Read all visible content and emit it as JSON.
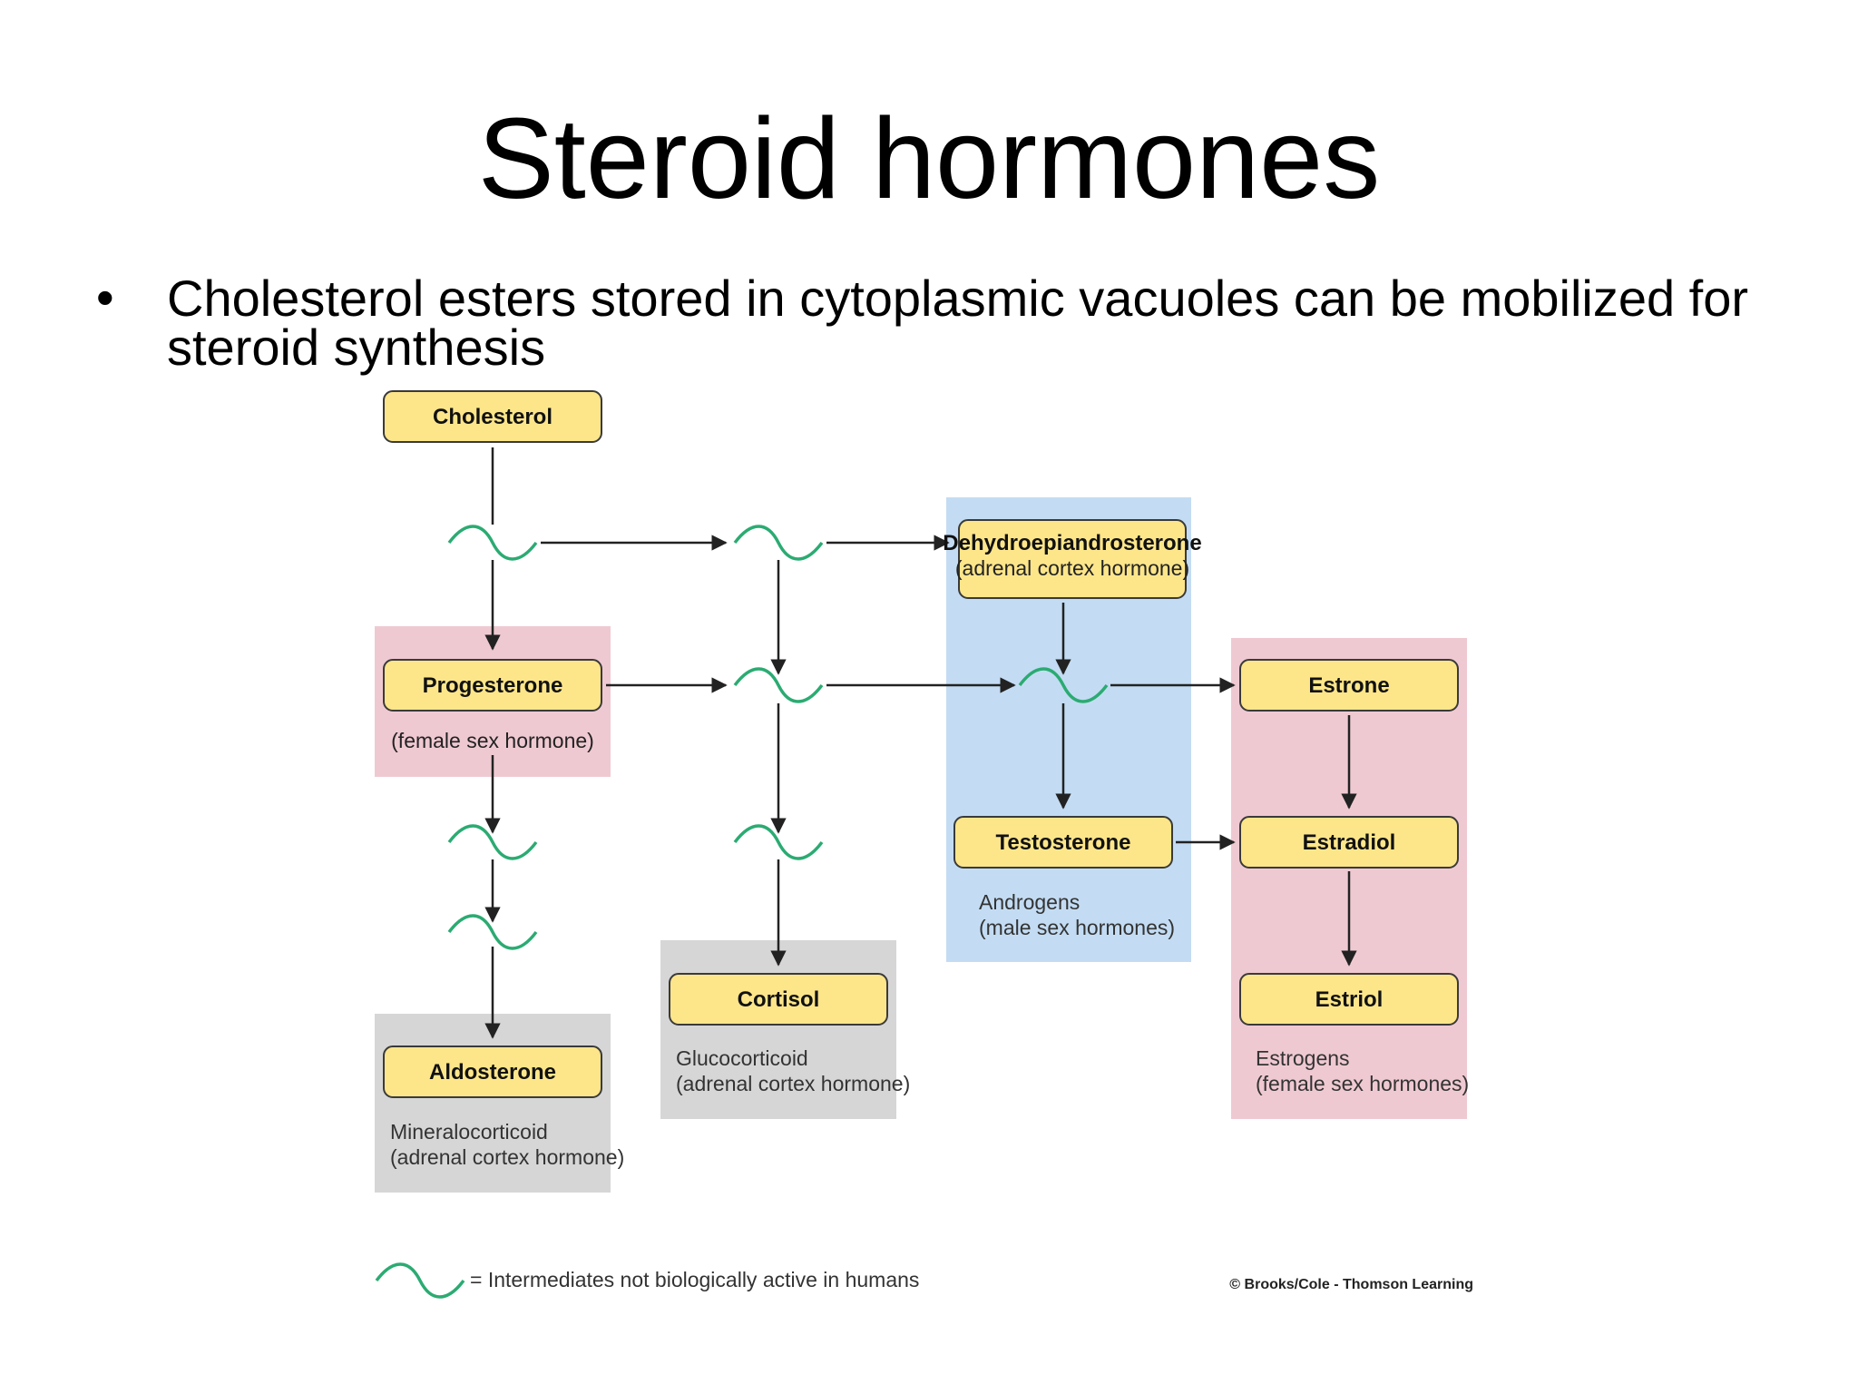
{
  "slide": {
    "title": "Steroid hormones",
    "bullet_marker": "•",
    "bullet_text": "Cholesterol esters stored in cytoplasmic vacuoles can be mobilized for steroid synthesis"
  },
  "diagram": {
    "nodes": {
      "cholesterol": "Cholesterol",
      "progesterone": "Progesterone",
      "progesterone_sub": "(female sex hormone)",
      "dhea": "Dehydroepiandrosterone",
      "dhea_sub": "(adrenal cortex hormone)",
      "testosterone": "Testosterone",
      "estrone": "Estrone",
      "estradiol": "Estradiol",
      "estriol": "Estriol",
      "cortisol": "Cortisol",
      "aldosterone": "Aldosterone"
    },
    "groups": {
      "androgens": [
        "Androgens",
        "(male sex hormones)"
      ],
      "estrogens": [
        "Estrogens",
        "(female sex hormones)"
      ],
      "glucocorticoid": [
        "Glucocorticoid",
        "(adrenal cortex hormone)"
      ],
      "mineralocorticoid": [
        "Mineralocorticoid",
        "(adrenal cortex hormone)"
      ]
    },
    "legend": "= Intermediates not biologically active in humans",
    "credit": "© Brooks/Cole - Thomson Learning",
    "colors": {
      "box_fill": "#fde68a",
      "box_stroke": "#3a3a3a",
      "pink_panel": "#efc9d2",
      "blue_panel": "#c3dcf3",
      "gray_panel": "#d6d6d6",
      "wave": "#2bab72",
      "arrow": "#222222"
    }
  }
}
